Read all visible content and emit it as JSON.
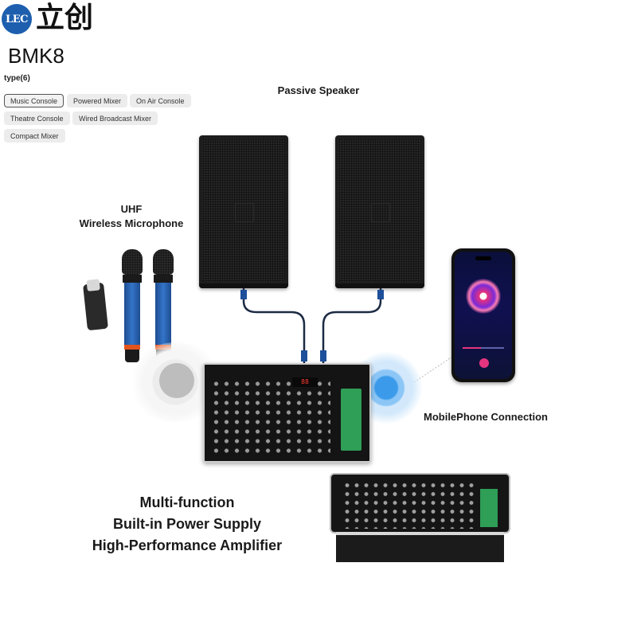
{
  "brand": {
    "badge": "LEC",
    "name": "立创"
  },
  "product": {
    "model": "BMK8"
  },
  "type_filter": {
    "label": "type(6)",
    "options": [
      {
        "label": "Music Console",
        "selected": true
      },
      {
        "label": "Powered Mixer",
        "selected": false
      },
      {
        "label": "On Air Console",
        "selected": false
      },
      {
        "label": "Theatre Console",
        "selected": false
      },
      {
        "label": "Wired Broadcast Mixer",
        "selected": false
      },
      {
        "label": "Compact Mixer",
        "selected": false
      }
    ]
  },
  "illustration": {
    "passive_speaker": "Passive Speaker",
    "uhf_line1": "UHF",
    "uhf_line2": "Wireless Microphone",
    "mobile_connection": "MobilePhone Connection",
    "features": [
      "Multi-function",
      "Built-in Power Supply",
      "High-Performance Amplifier"
    ]
  },
  "colors": {
    "accent_blue": "#1d5fae",
    "mic_blue": "#3474c8",
    "panel_green": "#2f9e57"
  }
}
